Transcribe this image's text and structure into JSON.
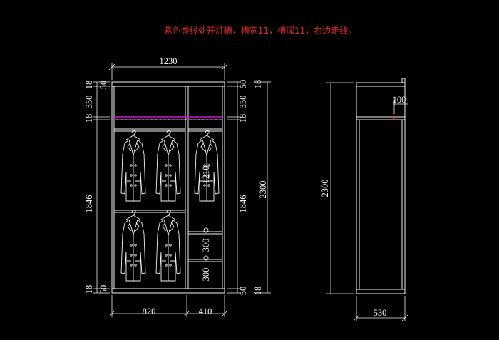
{
  "annotation": {
    "text": "紫色虚线处开灯槽，槽宽11，槽深11，右边走线。",
    "color": "#e0262b"
  },
  "colors": {
    "line": "#f2f2f2",
    "light_slot": "#c020c0",
    "background": "#000000"
  },
  "front_view": {
    "overall_width": "1230",
    "left_width": "820",
    "right_width": "410",
    "left_heights": [
      "18",
      "50",
      "350",
      "18",
      "1846",
      "18",
      "50"
    ],
    "right_heights": [
      "50",
      "18",
      "350",
      "18",
      "1846",
      "50",
      "18"
    ],
    "total_height": "2300",
    "hanging_height": "1210",
    "shelf_spacing_upper": "300",
    "shelf_spacing_lower": "300"
  },
  "side_view": {
    "height": "2300",
    "depth": "530",
    "top_offset": "100"
  }
}
